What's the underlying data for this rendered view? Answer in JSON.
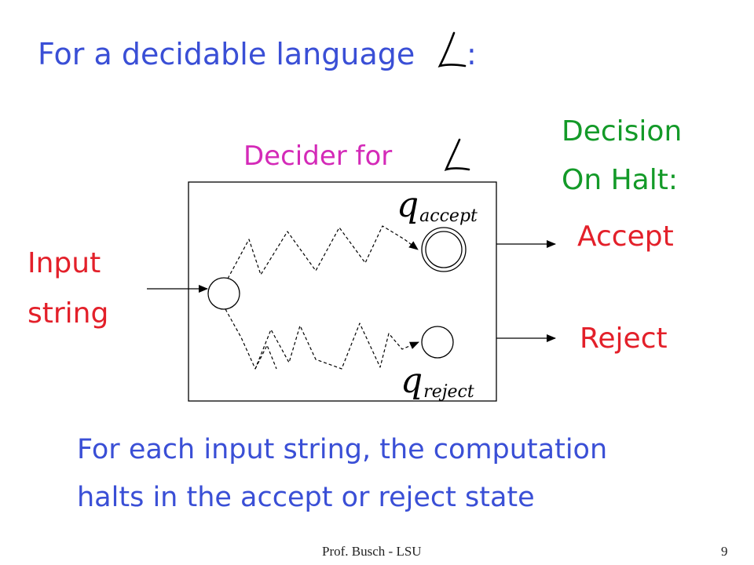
{
  "title": {
    "prefix": "For a decidable language",
    "symbol": "L",
    "colon": ":"
  },
  "decider": {
    "label": "Decider for",
    "symbol": "L"
  },
  "decision": {
    "line1": "Decision",
    "line2": "On Halt:"
  },
  "outputs": {
    "accept": "Accept",
    "reject": "Reject"
  },
  "input": {
    "line1": "Input",
    "line2": "string"
  },
  "states": {
    "accept": {
      "symbol": "q",
      "subscript": "accept"
    },
    "reject": {
      "symbol": "q",
      "subscript": "reject"
    }
  },
  "caption": {
    "line1": "For each input string, the computation",
    "line2": "halts in the accept or reject state"
  },
  "footer": {
    "left": "Prof. Busch - LSU",
    "page": "9"
  },
  "colors": {
    "title": "#3a4fd6",
    "decider": "#d42ab8",
    "decision": "#139a28",
    "outputs": "#e3202a"
  }
}
